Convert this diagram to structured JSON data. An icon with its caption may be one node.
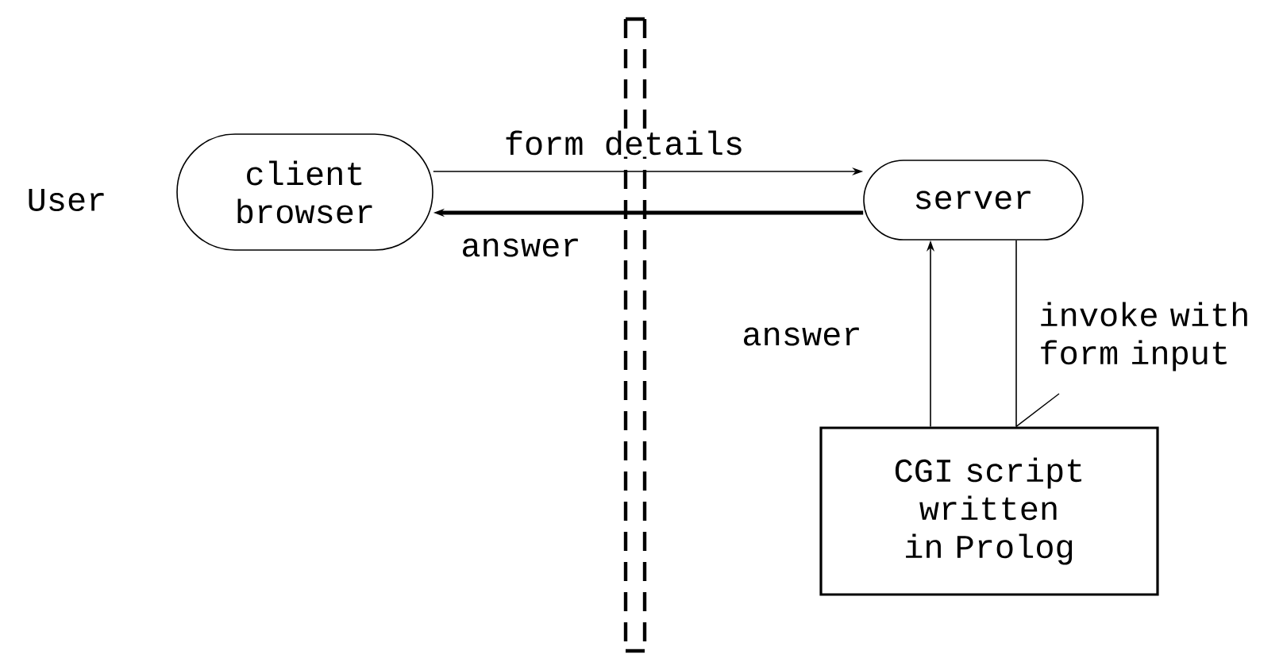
{
  "diagram": {
    "nodes": [
      {
        "text": [
          "client browser"
        ]
      },
      {
        "text": [
          "server"
        ]
      },
      {
        "text": [
          "CGI script written in Prolog"
        ]
      },
      {
        "text": [
          "invoke with form input"
        ]
      }
    ],
    "edges": [
      {
        "from": 0,
        "to": 1,
        "arrow": "to",
        "label": "form details"
      },
      {
        "from": 1,
        "to": 0,
        "arrow": "to",
        "label": "answer",
        "style": "thick"
      },
      {
        "from": 2,
        "to": 1,
        "arrow": "to",
        "label": "answer"
      },
      {
        "from": 1,
        "to": 2,
        "arrow": "none"
      },
      {
        "from": 3,
        "to": 2,
        "arrow": "none"
      }
    ],
    "labels": [
      "User"
    ]
  }
}
